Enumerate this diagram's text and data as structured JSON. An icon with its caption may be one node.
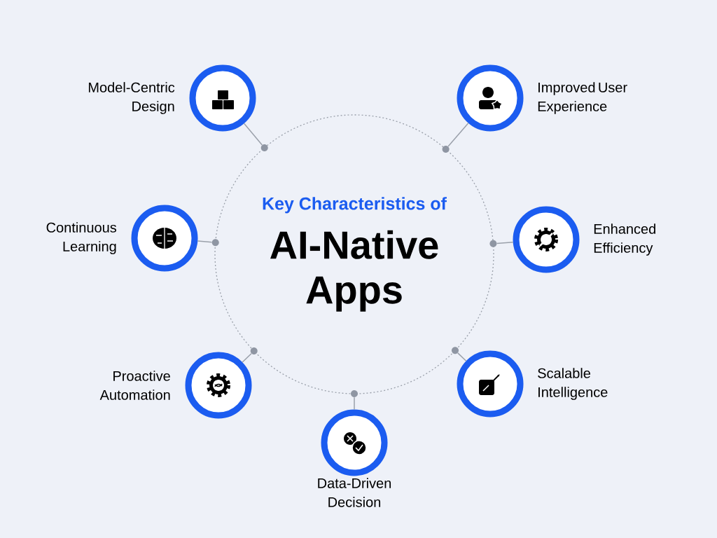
{
  "diagram": {
    "nodes": [
      {
        "text": [
          "Key Characteristics of",
          "AI-Native Apps"
        ]
      },
      {
        "text": [],
        "shape": "circle",
        "beside": [
          "Model-Centric Design"
        ]
      },
      {
        "text": [],
        "shape": "circle",
        "beside": [
          "Improved User Experience"
        ]
      },
      {
        "text": [],
        "shape": "circle",
        "beside": [
          "Continuous Learning"
        ]
      },
      {
        "text": [],
        "shape": "circle",
        "beside": [
          "Enhanced Efficiency"
        ]
      },
      {
        "text": [],
        "shape": "circle",
        "beside": [
          "Proactive Automation"
        ]
      },
      {
        "text": [],
        "shape": "circle",
        "beside": [
          "Scalable Intelligence"
        ]
      },
      {
        "text": [],
        "shape": "circle",
        "beside": [
          "Data-Driven Decision"
        ]
      },
      {
        "text": [],
        "shape": "dot"
      },
      {
        "text": [],
        "shape": "dot"
      },
      {
        "text": [],
        "shape": "dot"
      },
      {
        "text": [],
        "shape": "dot"
      },
      {
        "text": [],
        "shape": "dot"
      },
      {
        "text": [],
        "shape": "dot"
      },
      {
        "text": [],
        "shape": "dot"
      }
    ],
    "edges": [
      {
        "from": 1,
        "to": 8,
        "arrow": "none"
      },
      {
        "from": 2,
        "to": 9,
        "arrow": "none"
      },
      {
        "from": 3,
        "to": 10,
        "arrow": "none"
      },
      {
        "from": 4,
        "to": 11,
        "arrow": "none"
      },
      {
        "from": 5,
        "to": 12,
        "arrow": "none"
      },
      {
        "from": 6,
        "to": 13,
        "arrow": "none"
      },
      {
        "from": 7,
        "to": 14,
        "arrow": "none"
      }
    ]
  }
}
